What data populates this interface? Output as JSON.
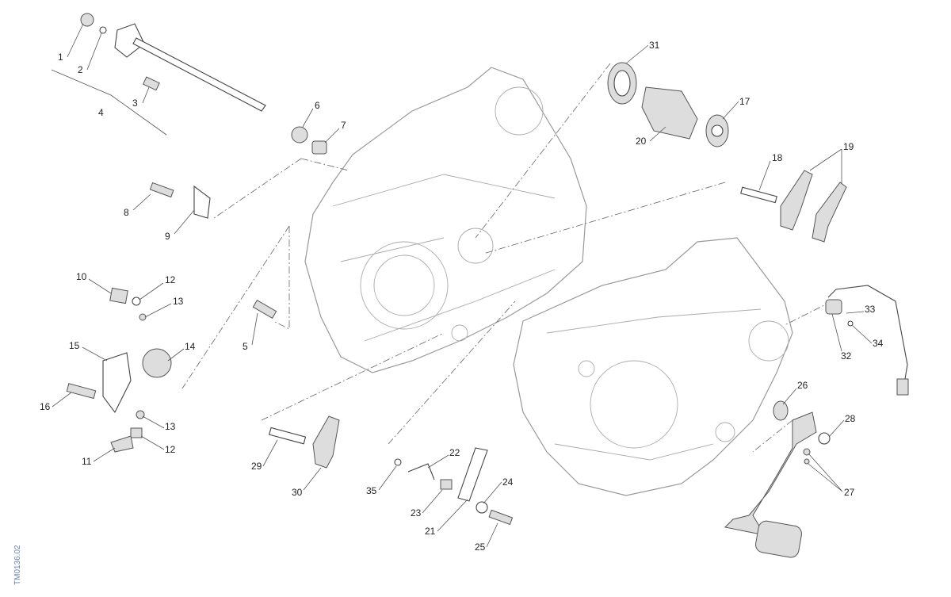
{
  "drawing_code": "TM0136.02",
  "labels": [
    "1",
    "2",
    "3",
    "4",
    "6",
    "7",
    "31",
    "17",
    "20",
    "18",
    "19",
    "8",
    "9",
    "10",
    "12",
    "13",
    "15",
    "14",
    "5",
    "16",
    "13",
    "12",
    "11",
    "33",
    "34",
    "32",
    "26",
    "28",
    "27",
    "29",
    "30",
    "22",
    "35",
    "23",
    "24",
    "21",
    "25"
  ]
}
